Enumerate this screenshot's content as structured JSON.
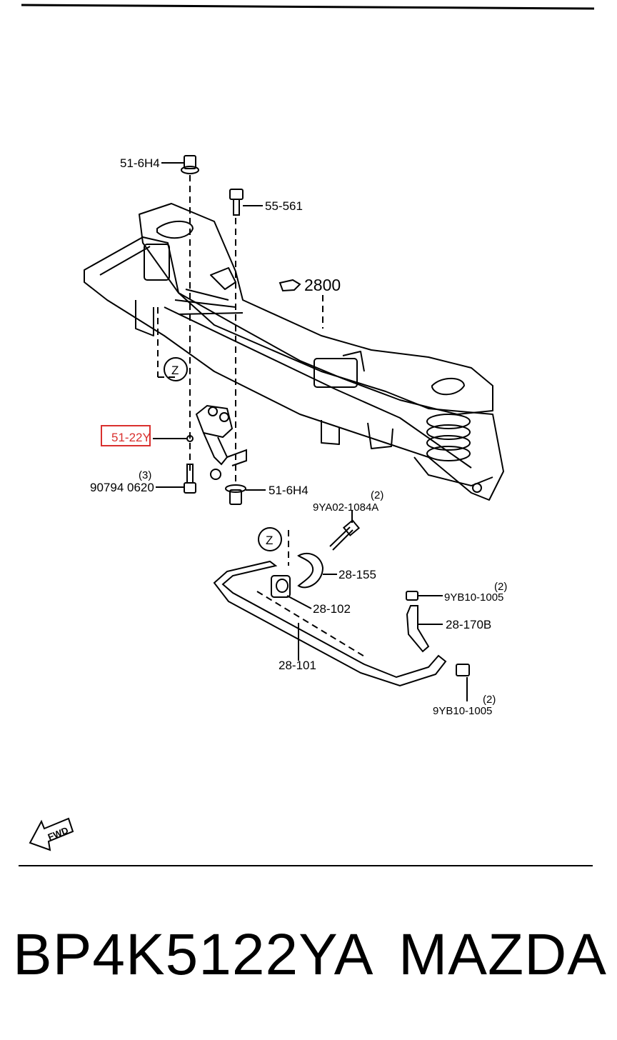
{
  "diagram": {
    "callouts": {
      "nut_top": "51-6H4",
      "bolt_55": "55-561",
      "crossmember_ref": "2800",
      "zone_marker_1": "Z",
      "sensor_bracket": "51-22Y",
      "bolt_qty": "(3)",
      "bolt_9079": "90794 0620",
      "nut_bottom": "51-6H4",
      "bolt_9ya_qty": "(2)",
      "bolt_9ya": "9YA02-1084A",
      "zone_marker_2": "Z",
      "clamp": "28-155",
      "nut_9yb_qty": "(2)",
      "nut_9yb": "9YB10-1005",
      "bushing": "28-102",
      "link": "28-170B",
      "stabilizer_bar": "28-101",
      "nut_9yb_lower_qty": "(2)",
      "nut_9yb_lower": "9YB10-1005",
      "fwd": "FWD"
    },
    "highlight_color": "#d9302e"
  },
  "footer": {
    "part_number": "BP4K5122YA",
    "brand": "MAZDA"
  }
}
